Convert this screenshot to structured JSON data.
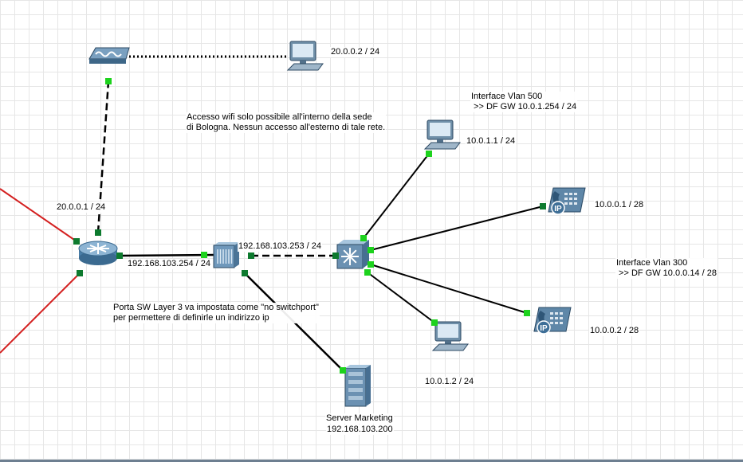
{
  "colors": {
    "copper": "#000000",
    "wan": "#d42020",
    "port_up": "#1dd21d",
    "port_wait": "#0d7a2e",
    "device_blue": "#3a6d98"
  },
  "labels": {
    "ap_pc_ip": "20.0.0.2 / 24",
    "router_wifi_ip": "20.0.0.1 / 24",
    "router_lan_ip": "192.168.103.254 / 24",
    "l3_uplink_ip": "192.168.103.253 / 24",
    "pc1_ip": "10.0.1.1 / 24",
    "phone1_ip": "10.0.0.1 / 28",
    "phone2_ip": "10.0.0.2 / 28",
    "pc2_ip": "10.0.1.2 / 24",
    "server_name": "Server Marketing",
    "server_ip": "192.168.103.200"
  },
  "notes": {
    "vlan500": "Interface Vlan 500\n >> DF GW 10.0.1.254 / 24",
    "vlan300": "Interface Vlan 300\n >> DF GW 10.0.0.14 / 28",
    "wifi": "Accesso wifi solo possibile all'interno della sede\ndi Bologna. Nessun accesso all'esterno di tale rete.",
    "switchport": "Porta SW Layer 3 va impostata come \"no switchport\"\nper permettere di definirle un indirizzo ip"
  },
  "devices": [
    {
      "name": "access-point-icon",
      "kind": "access-point"
    },
    {
      "name": "wireless-pc-icon",
      "kind": "pc"
    },
    {
      "name": "router-icon",
      "kind": "router"
    },
    {
      "name": "switch-icon",
      "kind": "switch"
    },
    {
      "name": "multilayer-switch-icon",
      "kind": "multilayer-switch"
    },
    {
      "name": "pc-vlan500-1-icon",
      "kind": "pc"
    },
    {
      "name": "ip-phone-1-icon",
      "kind": "ip-phone"
    },
    {
      "name": "ip-phone-2-icon",
      "kind": "ip-phone"
    },
    {
      "name": "pc-vlan500-2-icon",
      "kind": "pc"
    },
    {
      "name": "server-marketing-icon",
      "kind": "server"
    }
  ]
}
